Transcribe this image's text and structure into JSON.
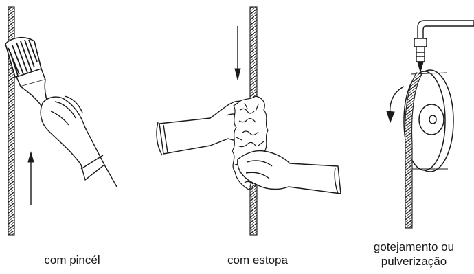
{
  "captions": {
    "brush": "com pincél",
    "rag": "com estopa",
    "drip_line1": "gotejamento ou",
    "drip_line2": "pulverização"
  },
  "icons": [
    "paint-brush-icon",
    "rag-icon",
    "pulley-sheave-icon",
    "oiler-icon"
  ],
  "colors": {
    "ink": "#1a1a1a",
    "background": "#ffffff"
  }
}
